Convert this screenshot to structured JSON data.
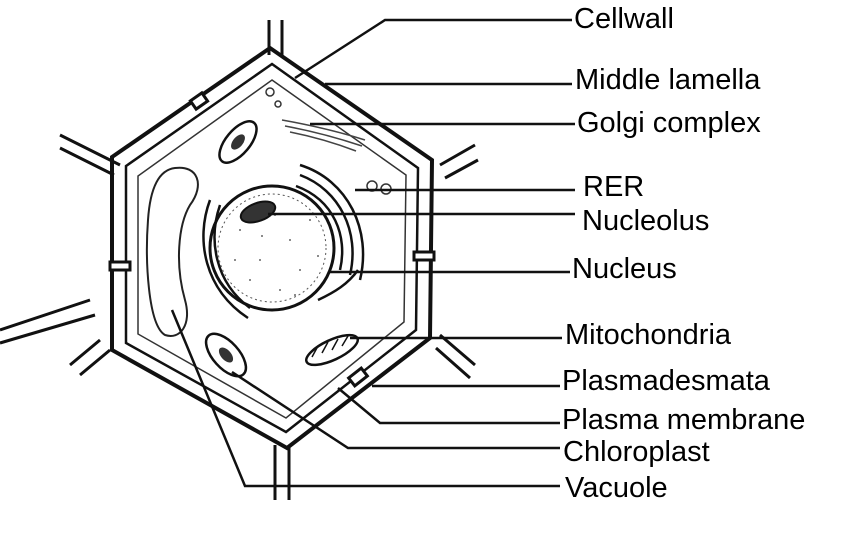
{
  "diagram": {
    "labels": [
      {
        "id": "cellwall",
        "text": "Cellwall"
      },
      {
        "id": "middle_lamella",
        "text": "Middle lamella"
      },
      {
        "id": "golgi",
        "text": "Golgi complex"
      },
      {
        "id": "rer",
        "text": "RER"
      },
      {
        "id": "nucleolus",
        "text": "Nucleolus"
      },
      {
        "id": "nucleus",
        "text": "Nucleus"
      },
      {
        "id": "mitochondria",
        "text": "Mitochondria"
      },
      {
        "id": "plasmadesmata",
        "text": "Plasmadesmata"
      },
      {
        "id": "plasma_membrane",
        "text": "Plasma membrane"
      },
      {
        "id": "chloroplast",
        "text": "Chloroplast"
      },
      {
        "id": "vacuole",
        "text": "Vacuole"
      }
    ]
  }
}
